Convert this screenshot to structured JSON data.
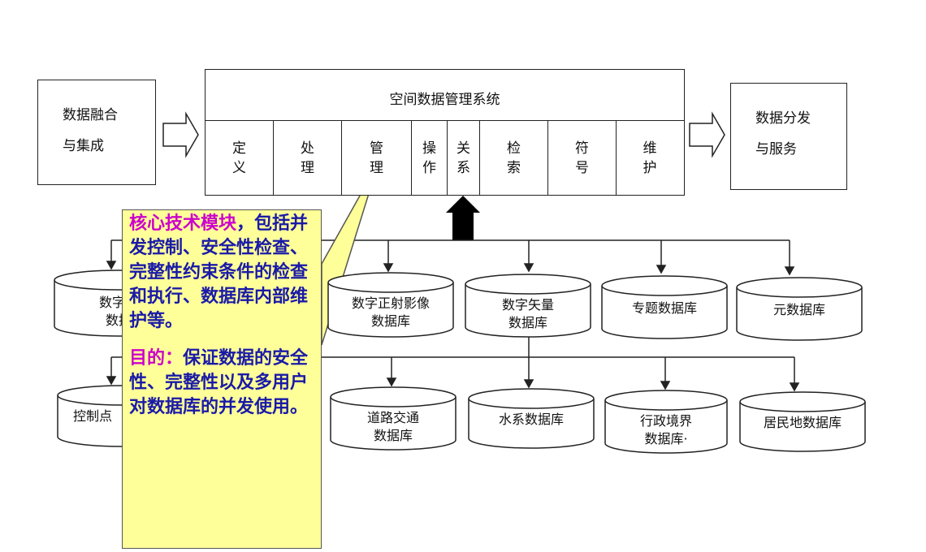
{
  "left_box": {
    "line1": "数据融合",
    "line2": "与集成"
  },
  "right_box": {
    "line1": "数据分发",
    "line2": "与服务"
  },
  "system": {
    "title": "空间数据管理系统",
    "functions": [
      {
        "top": "定",
        "bottom": "义"
      },
      {
        "top": "处",
        "bottom": "理"
      },
      {
        "top": "管",
        "bottom": "理"
      },
      {
        "top": "操",
        "bottom": "作"
      },
      {
        "top": "关",
        "bottom": "系"
      },
      {
        "top": "检",
        "bottom": "索"
      },
      {
        "top": "符",
        "bottom": "号"
      },
      {
        "top": "维",
        "bottom": "护"
      }
    ]
  },
  "databases_row1": [
    {
      "line1": "数字栅",
      "line2": "数据"
    },
    {
      "line1": "数字正射影像",
      "line2": "数据库"
    },
    {
      "line1": "数字矢量",
      "line2": "数据库"
    },
    {
      "line1": "专题数据库",
      "line2": ""
    },
    {
      "line1": "元数据库",
      "line2": ""
    }
  ],
  "databases_row2": [
    {
      "line1": "控制点",
      "line2": ""
    },
    {
      "line1": "道路交通",
      "line2": "数据库"
    },
    {
      "line1": "水系数据库",
      "line2": ""
    },
    {
      "line1": "行政境界",
      "line2": "数据库·"
    },
    {
      "line1": "居民地数据库",
      "line2": ""
    }
  ],
  "callout": {
    "heading": "核心技术模块",
    "heading_tail": "，",
    "body": "包括并发控制、安全性检查、完整性约束条件的检查和执行、数据库内部维护等。",
    "purpose_label": "目的：",
    "purpose_text": "保证数据的安全性、完整性以及多用户对数据库的并发使用。"
  },
  "colors": {
    "callout_bg": "#ffff99",
    "callout_text": "#1a1aa8",
    "callout_highlight": "#cc00cc"
  }
}
